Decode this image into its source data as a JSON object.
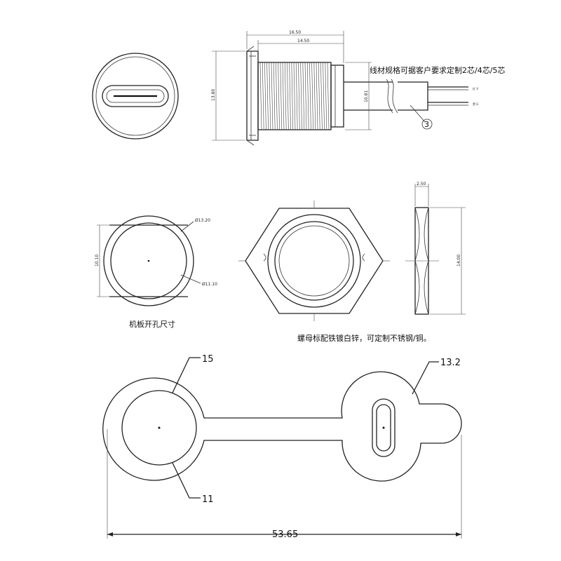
{
  "side_view": {
    "dim_total_length": "16.50",
    "dim_thread_length": "14.50",
    "dim_flange_height": "13.80",
    "dim_thread_diameter": "10.81",
    "note": "线材规格可据客户要求定制2芯/4芯/5芯",
    "wire_label_top": "红 V",
    "wire_label_bottom": "黑 G",
    "balloon": "3"
  },
  "panel_cutout": {
    "dim_outer_diameter": "Ø13.20",
    "dim_inner_diameter": "Ø11.10",
    "dim_height": "10.10",
    "caption": "机板开孔尺寸"
  },
  "hex_nut": {
    "dim_thickness": "2.50",
    "dim_height": "14.00",
    "caption": "螺母标配铁镀白锌，可定制不锈钢/铜。"
  },
  "dust_cap": {
    "label_outer": "15",
    "label_inner": "11",
    "label_right": "13.2",
    "dim_total_length": "53.65"
  }
}
